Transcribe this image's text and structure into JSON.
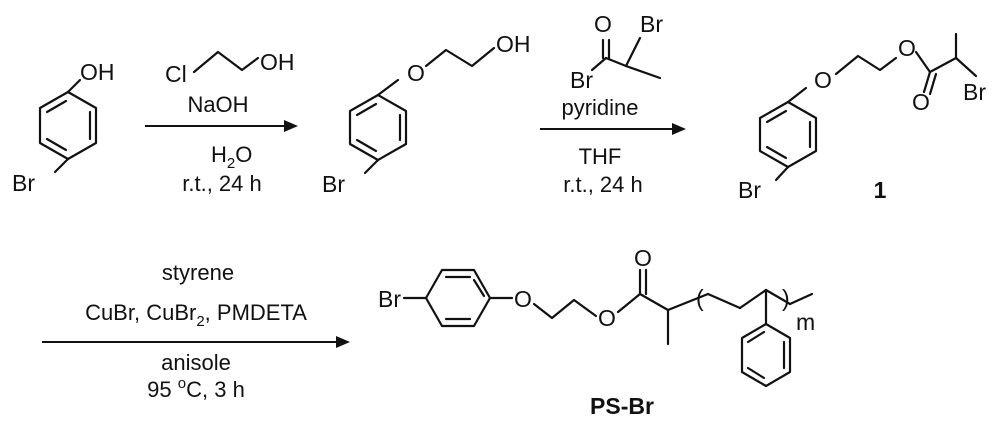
{
  "scheme": {
    "step1": {
      "reagent_label_cl": "Cl",
      "reagent_label_oh": "OH",
      "base": "NaOH",
      "solvent_main": "H",
      "solvent_sub": "2",
      "solvent_tail": "O",
      "conditions": "r.t., 24 h"
    },
    "step2": {
      "reagent_br_top": "Br",
      "reagent_o": "O",
      "reagent_br_left": "Br",
      "base": "pyridine",
      "solvent": "THF",
      "conditions": "r.t., 24 h"
    },
    "step3": {
      "monomer": "styrene",
      "catalyst_a": "CuBr, CuBr",
      "catalyst_sub": "2",
      "catalyst_b": ", PMDETA",
      "solvent": "anisole",
      "temp_a": "95 ",
      "temp_sup": "o",
      "temp_b": "C, 3 h"
    },
    "start_material": {
      "oh": "OH",
      "br": "Br"
    },
    "intermediate": {
      "o": "O",
      "oh": "OH",
      "br": "Br"
    },
    "compound1": {
      "o_ether": "O",
      "o_ester": "O",
      "o_carbonyl": "O",
      "br_alkyl": "Br",
      "br_aryl": "Br",
      "label": "1"
    },
    "product": {
      "br": "Br",
      "o_ether": "O",
      "o_ester": "O",
      "o_carbonyl": "O",
      "paren_open": "(",
      "paren_close": ")",
      "repeat": "m",
      "label": "PS-Br"
    }
  }
}
